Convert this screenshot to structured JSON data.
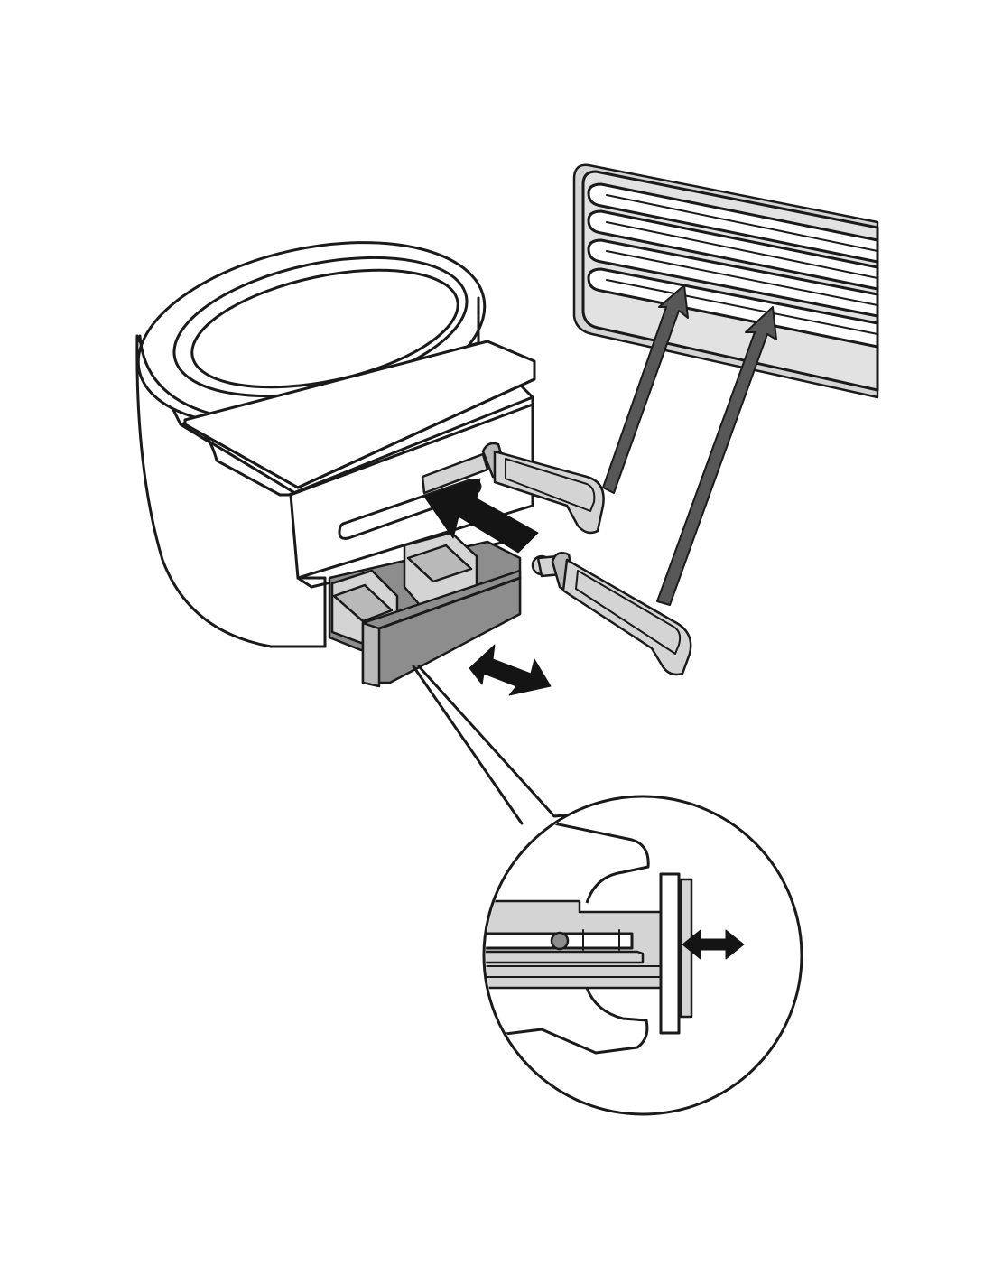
{
  "figure": {
    "parts": [
      "toilet-body",
      "vent-grille",
      "handle-upper",
      "handle-lower",
      "waste-tank-drawer",
      "detail-magnifier"
    ],
    "colors": {
      "line": "#1a1a1a",
      "light_gray": "#d4d4d4",
      "mid_gray": "#b9b9b9",
      "dark_gray": "#8d8d8d",
      "arrow_dark": "#575757",
      "arrow_black": "#141414"
    }
  }
}
